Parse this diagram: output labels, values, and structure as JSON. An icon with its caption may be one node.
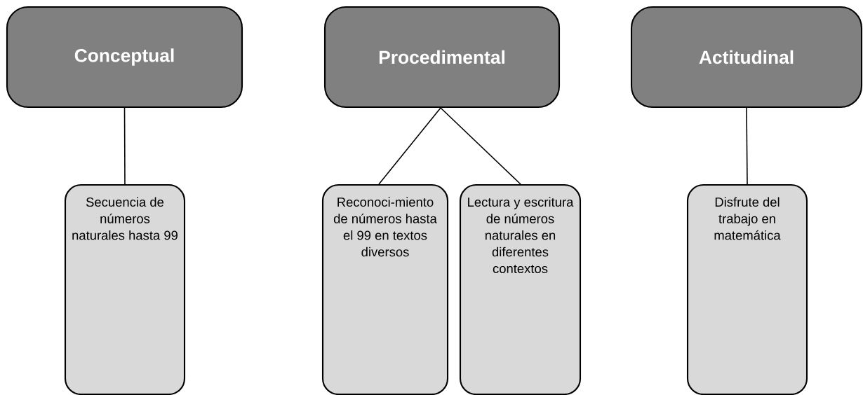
{
  "diagram": {
    "nodes": [
      {
        "text": [
          "Conceptual"
        ]
      },
      {
        "text": [
          "Procedimental"
        ]
      },
      {
        "text": [
          "Actitudinal"
        ]
      },
      {
        "text": [
          "Secuencia de números naturales hasta 99"
        ]
      },
      {
        "text": [
          "Reconoci-miento de números hasta el 99 en textos diversos"
        ]
      },
      {
        "text": [
          "Lectura y escritura de números naturales en diferentes contextos"
        ]
      },
      {
        "text": [
          "Disfrute del trabajo en matemática"
        ]
      }
    ],
    "edges": [
      {
        "from": 0,
        "to": 3,
        "arrow": "none"
      },
      {
        "from": 1,
        "to": 4,
        "arrow": "none"
      },
      {
        "from": 1,
        "to": 5,
        "arrow": "none"
      },
      {
        "from": 2,
        "to": 6,
        "arrow": "none"
      }
    ]
  }
}
